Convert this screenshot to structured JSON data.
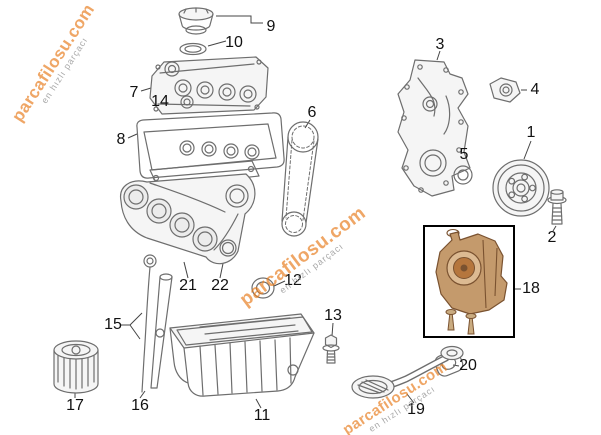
{
  "colors": {
    "bg": "#ffffff",
    "line": "#6e6e6e",
    "label": "#111111",
    "wm_orange": "#e87d1e",
    "wm_gray": "#9a9a9a",
    "hl_fill": "#c49a6c",
    "hl_stroke": "#7a5230",
    "hl_box": "#000000"
  },
  "watermark": {
    "brand": "parcafilosu.com",
    "tagline": "en hızlı parçacı"
  },
  "diagram": {
    "type": "exploded-engine-parts-diagram",
    "highlighted_callout": "18"
  },
  "callouts": [
    {
      "n": "1",
      "part": "crankshaft-pulley"
    },
    {
      "n": "2",
      "part": "pulley-bolt"
    },
    {
      "n": "3",
      "part": "chain-case"
    },
    {
      "n": "4",
      "part": "case-bracket"
    },
    {
      "n": "5",
      "part": "front-oil-seal"
    },
    {
      "n": "6",
      "part": "cam-chain"
    },
    {
      "n": "7",
      "part": "cylinder-head-cover"
    },
    {
      "n": "8",
      "part": "head-cover-gasket"
    },
    {
      "n": "9",
      "part": "oil-filler-cap"
    },
    {
      "n": "10",
      "part": "filler-cap-washer"
    },
    {
      "n": "11",
      "part": "oil-pan"
    },
    {
      "n": "12",
      "part": "sealing-washer"
    },
    {
      "n": "13",
      "part": "drain-plug-bolt"
    },
    {
      "n": "14",
      "part": "plug-tube-seal"
    },
    {
      "n": "15",
      "part": "dipstick-tube"
    },
    {
      "n": "16",
      "part": "oil-dipstick"
    },
    {
      "n": "17",
      "part": "oil-filter"
    },
    {
      "n": "18",
      "part": "oil-pump"
    },
    {
      "n": "19",
      "part": "oil-strainer"
    },
    {
      "n": "20",
      "part": "strainer-gasket"
    },
    {
      "n": "21",
      "part": "intake-manifold"
    },
    {
      "n": "22",
      "part": "manifold-oring"
    }
  ]
}
